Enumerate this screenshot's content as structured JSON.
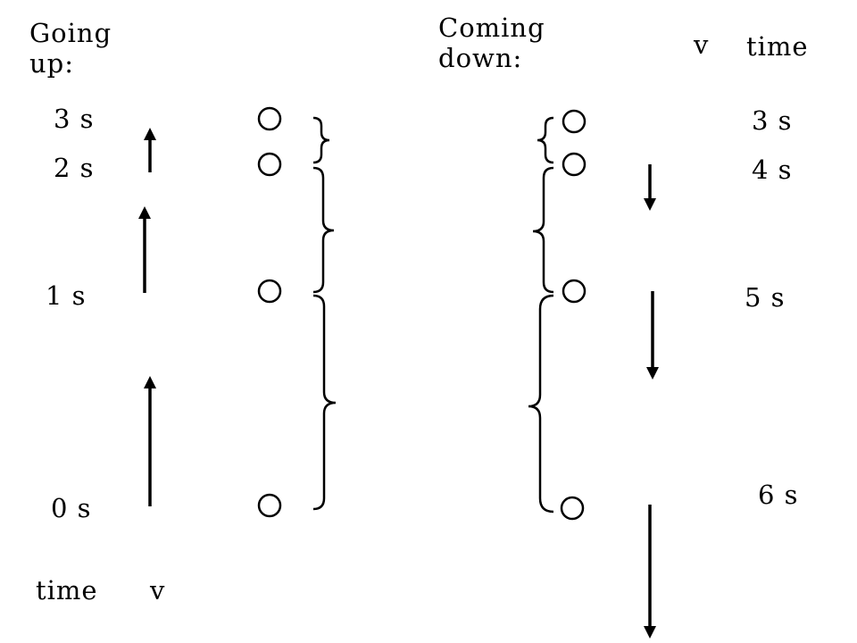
{
  "left": {
    "heading": "Going\nup:",
    "time_header": "time",
    "v_header": "v",
    "times": [
      "0 s",
      "1 s",
      "2 s",
      "3 s"
    ]
  },
  "right": {
    "heading": "Coming\ndown:",
    "time_header": "time",
    "v_header": "v",
    "times": [
      "3 s",
      "4 s",
      "5 s",
      "6 s"
    ]
  },
  "colors": {
    "ink": "#000000",
    "background": "#ffffff"
  }
}
